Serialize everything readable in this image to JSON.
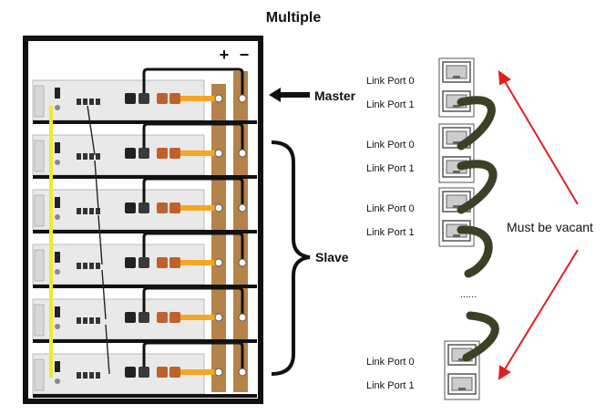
{
  "title": "Multiple",
  "terminals": {
    "positive": "+",
    "negative": "−"
  },
  "master_label": "Master",
  "slave_label": "Slave",
  "vacant_label": "Must be vacant",
  "ellipsis": "......",
  "link_groups": [
    {
      "port0": "Link Port 0",
      "port1": "Link Port 1"
    },
    {
      "port0": "Link Port 0",
      "port1": "Link Port 1"
    },
    {
      "port0": "Link Port 0",
      "port1": "Link Port 1"
    },
    {
      "port0": "Link Port 0",
      "port1": "Link Port 1"
    }
  ],
  "colors": {
    "rack": "#111111",
    "module_body": "#e9e9e9",
    "busbar": "#b5834a",
    "power_cable": "#f5a623",
    "link_cable": "#3c4026",
    "comm_wire": "#f0ea2a",
    "arrow_red": "#e02020"
  }
}
